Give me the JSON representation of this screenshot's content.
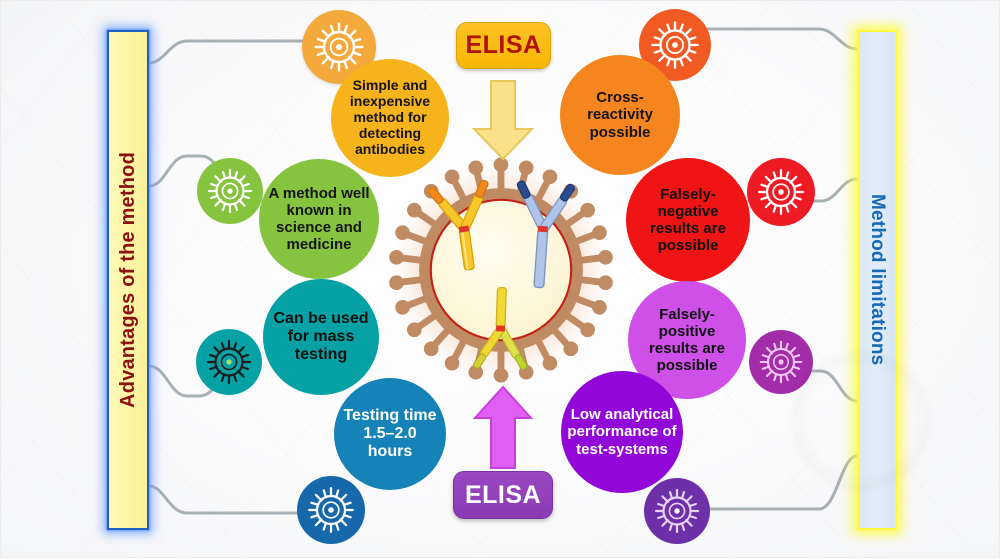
{
  "diagram": {
    "title_top": "ELISA",
    "title_bottom": "ELISA",
    "left_panel_label": "Advantages of the method",
    "right_panel_label": "Method limitations",
    "center_illustration": "virus-with-antibodies"
  },
  "advantages": [
    {
      "id": "simple-inexpensive",
      "text": "Simple and inexpensive method for detecting antibodies",
      "color": "#f6b31b",
      "text_color": "#1a1a1a",
      "icon": "coronavirus-icon"
    },
    {
      "id": "well-known",
      "text": "A method well known in science and medicine",
      "color": "#86c440",
      "text_color": "#1a1a1a",
      "icon": "coronavirus-icon"
    },
    {
      "id": "mass-testing",
      "text": "Can be used for mass testing",
      "color": "#05a1a5",
      "text_color": "#1a1a1a",
      "icon": "coronavirus-icon"
    },
    {
      "id": "testing-time",
      "text": "Testing time 1.5–2.0 hours",
      "color": "#1683b8",
      "text_color": "#ffffff",
      "icon": "coronavirus-icon"
    }
  ],
  "limitations": [
    {
      "id": "cross-reactivity",
      "text": "Cross-reactivity possible",
      "color": "#f5851f",
      "text_color": "#1a1a1a",
      "icon": "coronavirus-icon"
    },
    {
      "id": "falsely-negative",
      "text": "Falsely-negative results are possible",
      "color": "#f01414",
      "text_color": "#1a1a1a",
      "icon": "coronavirus-icon"
    },
    {
      "id": "falsely-positive",
      "text": "Falsely-positive results are possible",
      "color": "#cf50e8",
      "text_color": "#1a1a1a",
      "icon": "coronavirus-icon"
    },
    {
      "id": "low-performance",
      "text": "Low analytical performance of test-systems",
      "color": "#9208d8",
      "text_color": "#ffffff",
      "icon": "coronavirus-icon"
    }
  ],
  "arrows": {
    "down": {
      "name": "arrow-down-icon",
      "color": "#fbe18a"
    },
    "up": {
      "name": "arrow-up-icon",
      "color": "#e060f0"
    }
  },
  "colors": {
    "background": "#f7f8fa",
    "connector": "#98a1a6",
    "left_bar_fill": "#fdf6a6",
    "left_bar_border": "#1f5fc0",
    "left_bar_text": "#8c1212",
    "right_bar_fill": "#e2edf8",
    "right_bar_border": "#fdfa3f",
    "right_bar_text": "#1668b8",
    "elisa_top_fill": "#f9bb0d",
    "elisa_top_text": "#b01309",
    "elisa_bottom_fill": "#8f40bb",
    "elisa_bottom_text": "#ffffff"
  }
}
